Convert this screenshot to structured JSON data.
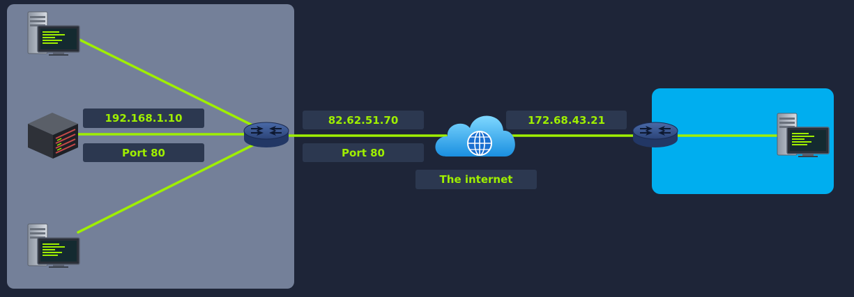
{
  "colors": {
    "background": "#1e2538",
    "local_network_panel": "#748099",
    "remote_network_panel": "#00aeef",
    "connection_line": "#9fef00",
    "label_background": "#2c3850",
    "label_text": "#9fef00"
  },
  "local_network": {
    "ip_label": "192.168.1.10",
    "port_label": "Port 80",
    "devices": [
      "desktop-computer-icon",
      "server-rack-icon",
      "desktop-computer-icon"
    ]
  },
  "router_link": {
    "public_ip_label": "82.62.51.70",
    "port_label": "Port 80"
  },
  "internet": {
    "label": "The internet",
    "icon": "cloud-globe-icon"
  },
  "remote": {
    "ip_label": "172.68.43.21",
    "devices": [
      "router-icon",
      "desktop-computer-icon"
    ]
  }
}
